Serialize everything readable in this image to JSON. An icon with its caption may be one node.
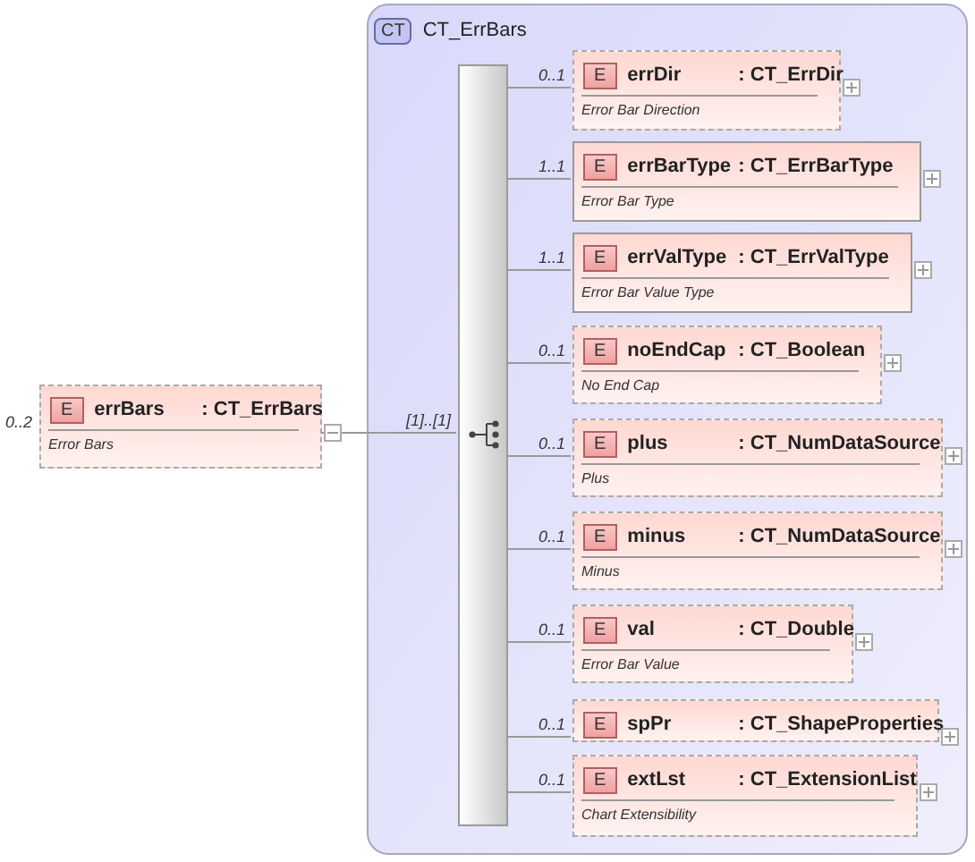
{
  "diagram": {
    "nodes": [
      {
        "text": [
          "E",
          "errBars",
          ": CT_ErrBars",
          "Error Bars"
        ],
        "beside": [
          "0..2"
        ]
      },
      {
        "text": [
          "CT",
          "CT_ErrBars"
        ]
      },
      {
        "text": [],
        "shape": "bar",
        "in": 1
      },
      {
        "text": [
          "E",
          "errDir",
          ": CT_ErrDir",
          "Error Bar Direction"
        ],
        "in": 1
      },
      {
        "text": [
          "E",
          "errBarType",
          ": CT_ErrBarType",
          "Error Bar Type"
        ],
        "in": 1
      },
      {
        "text": [
          "E",
          "errValType",
          ": CT_ErrValType",
          "Error Bar Value Type"
        ],
        "in": 1
      },
      {
        "text": [
          "E",
          "noEndCap",
          ": CT_Boolean",
          "No End Cap"
        ],
        "in": 1
      },
      {
        "text": [
          "E",
          "plus",
          ": CT_NumDataSource",
          "Plus"
        ],
        "in": 1
      },
      {
        "text": [
          "E",
          "minus",
          ": CT_NumDataSource",
          "Minus"
        ],
        "in": 1
      },
      {
        "text": [
          "E",
          "val",
          ": CT_Double",
          "Error Bar Value"
        ],
        "in": 1
      },
      {
        "text": [
          "E",
          "spPr",
          ": CT_ShapeProperties"
        ],
        "in": 1
      },
      {
        "text": [
          "E",
          "extLst",
          ": CT_ExtensionList",
          "Chart Extensibility"
        ],
        "in": 1
      }
    ],
    "edges": [
      {
        "from": 0,
        "to": 2,
        "arrow": "none",
        "label": "[1]..[1]"
      },
      {
        "from": 2,
        "to": 3,
        "arrow": "none",
        "label": "0..1"
      },
      {
        "from": 2,
        "to": 4,
        "arrow": "none",
        "label": "1..1"
      },
      {
        "from": 2,
        "to": 5,
        "arrow": "none",
        "label": "1..1"
      },
      {
        "from": 2,
        "to": 6,
        "arrow": "none",
        "label": "0..1"
      },
      {
        "from": 2,
        "to": 7,
        "arrow": "none",
        "label": "0..1"
      },
      {
        "from": 2,
        "to": 8,
        "arrow": "none",
        "label": "0..1"
      },
      {
        "from": 2,
        "to": 9,
        "arrow": "none",
        "label": "0..1"
      },
      {
        "from": 2,
        "to": 10,
        "arrow": "none",
        "label": "0..1"
      },
      {
        "from": 2,
        "to": 11,
        "arrow": "none",
        "label": "0..1"
      }
    ]
  }
}
